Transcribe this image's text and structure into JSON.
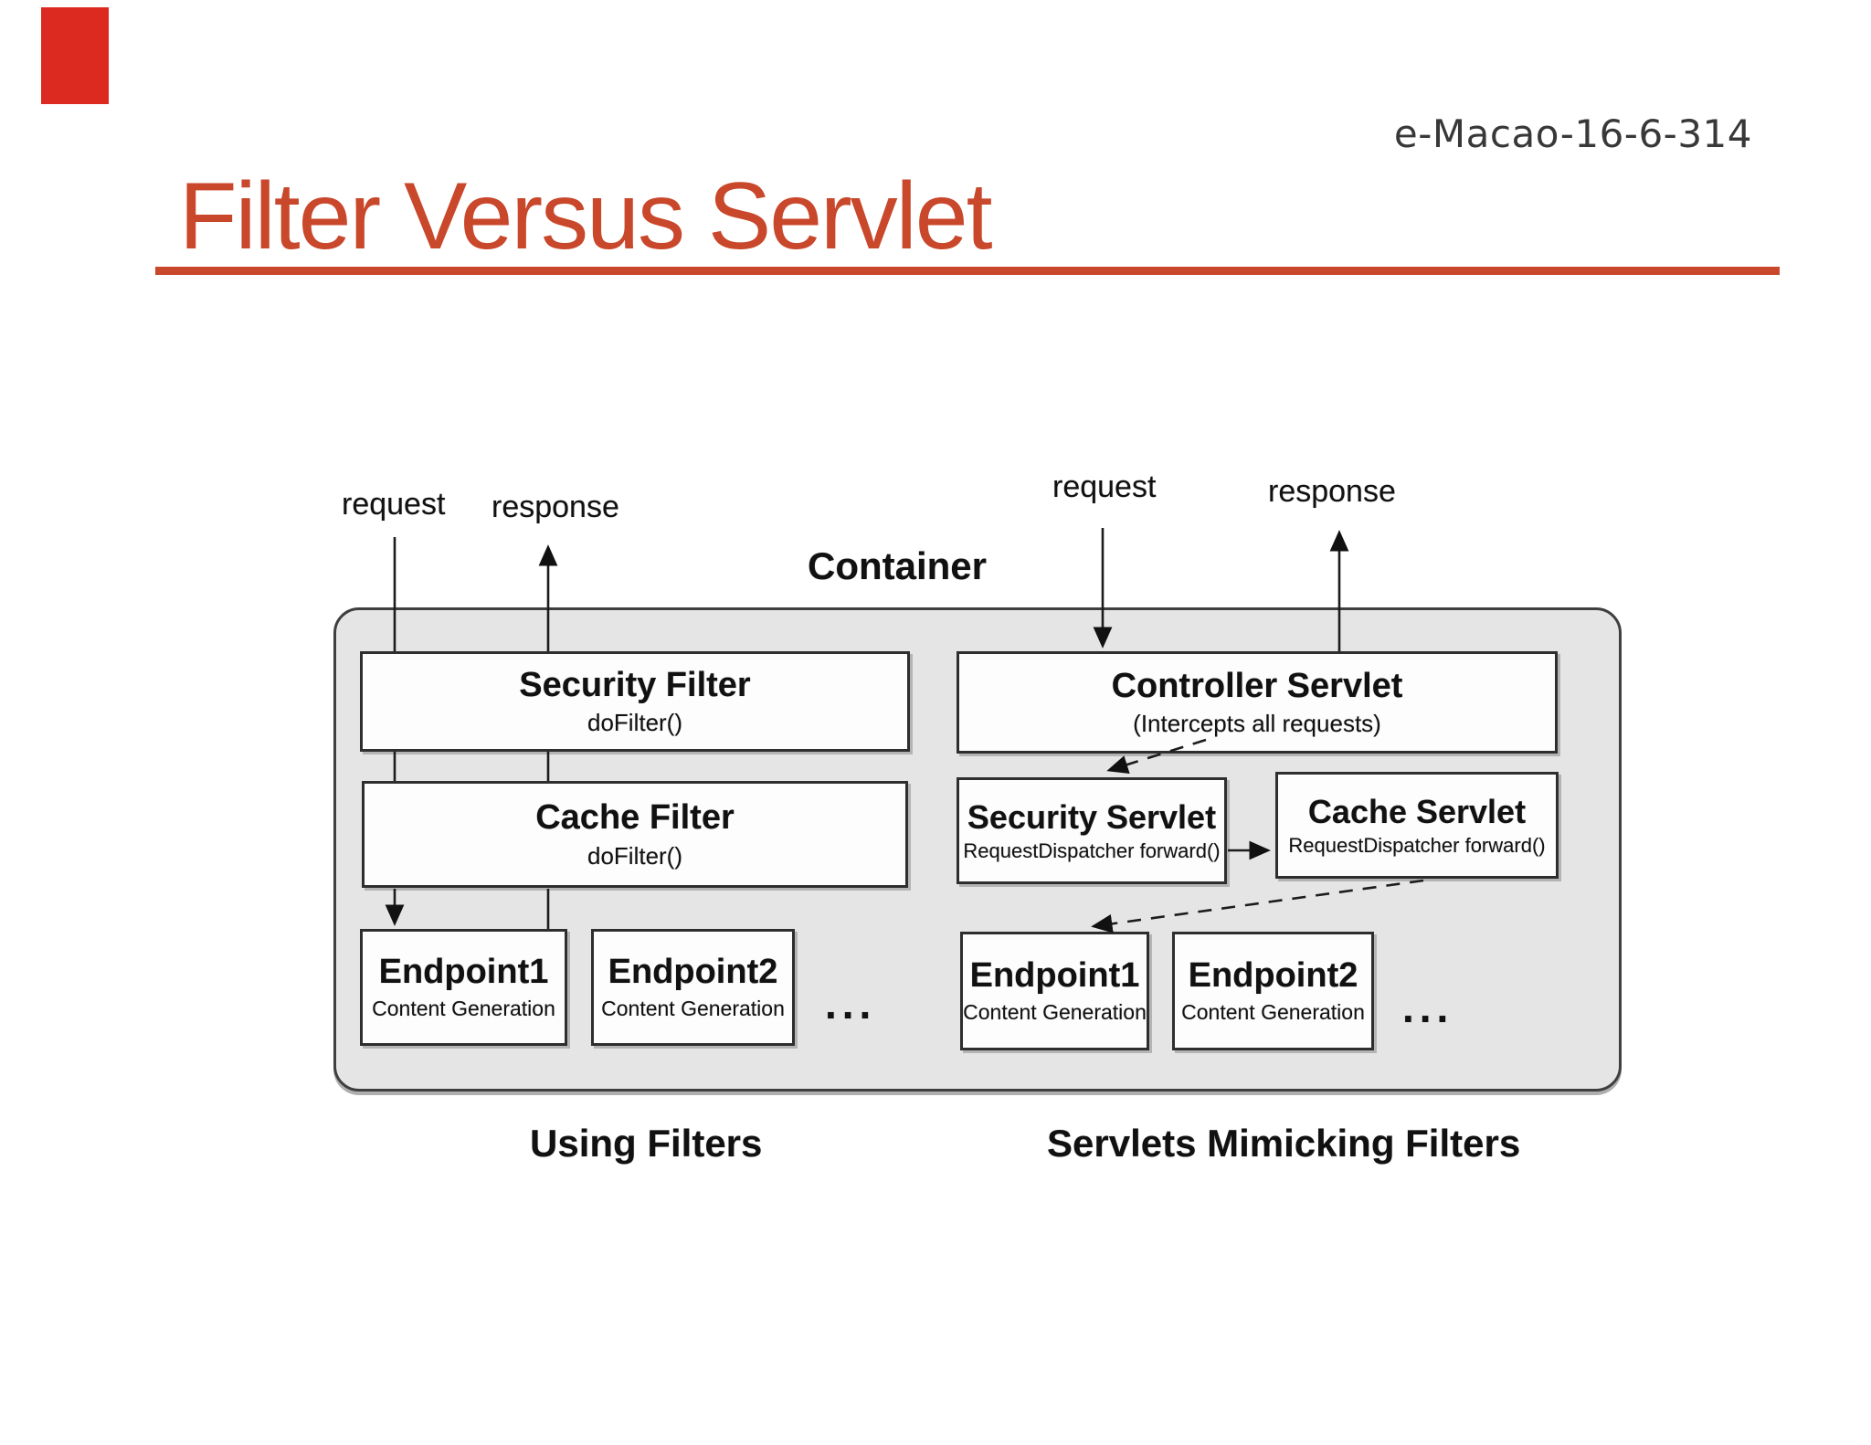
{
  "page": {
    "tag": "e-Macao-16-6-314",
    "title": "Filter Versus Servlet"
  },
  "colors": {
    "accent": "#C9472A",
    "corner_block": "#DC2A21",
    "container_fill": "#E5E5E5",
    "line": "#1C1C1C"
  },
  "diagram": {
    "container_label": "Container",
    "flows": {
      "left": {
        "request": "request",
        "response": "response"
      },
      "right": {
        "request": "request",
        "response": "response"
      }
    },
    "boxes": {
      "security_filter": {
        "title": "Security Filter",
        "subtitle": "doFilter()"
      },
      "controller_servlet": {
        "title": "Controller Servlet",
        "subtitle": "(Intercepts all requests)"
      },
      "cache_filter": {
        "title": "Cache Filter",
        "subtitle": "doFilter()"
      },
      "security_servlet": {
        "title": "Security Servlet",
        "subtitle": "RequestDispatcher forward()"
      },
      "cache_servlet": {
        "title": "Cache Servlet",
        "subtitle": "RequestDispatcher forward()"
      },
      "endpoint1_left": {
        "title": "Endpoint1",
        "subtitle": "Content Generation"
      },
      "endpoint2_left": {
        "title": "Endpoint2",
        "subtitle": "Content Generation"
      },
      "endpoint1_right": {
        "title": "Endpoint1",
        "subtitle": "Content Generation"
      },
      "endpoint2_right": {
        "title": "Endpoint2",
        "subtitle": "Content Generation"
      }
    },
    "ellipsis": "...",
    "captions": {
      "left": "Using Filters",
      "right": "Servlets Mimicking Filters"
    }
  }
}
